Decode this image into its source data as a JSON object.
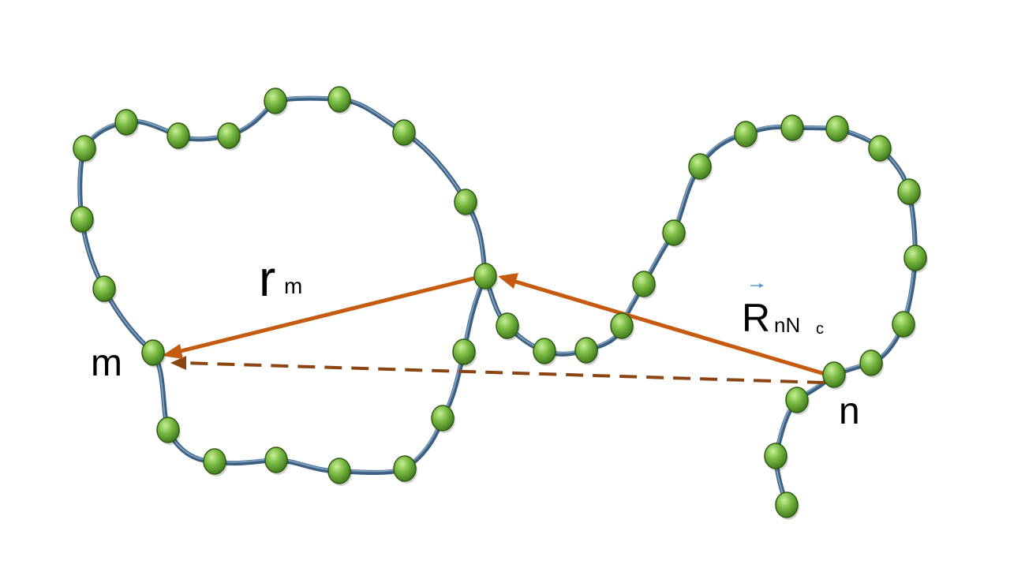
{
  "labels": {
    "r_main": "r",
    "r_sub": "m",
    "R_main": "R",
    "R_sub": "nN",
    "R_subsub": "c",
    "m": "m",
    "n": "n"
  },
  "colors": {
    "chain": "#3d5f80",
    "chain_highlight": "#6a8fb3",
    "bead_fill": "#6aaa3a",
    "bead_stroke": "#2f5a12",
    "arrow": "#c55a11",
    "dashed_arrow": "#8b4513",
    "vector_mark": "#5b9bd5"
  }
}
